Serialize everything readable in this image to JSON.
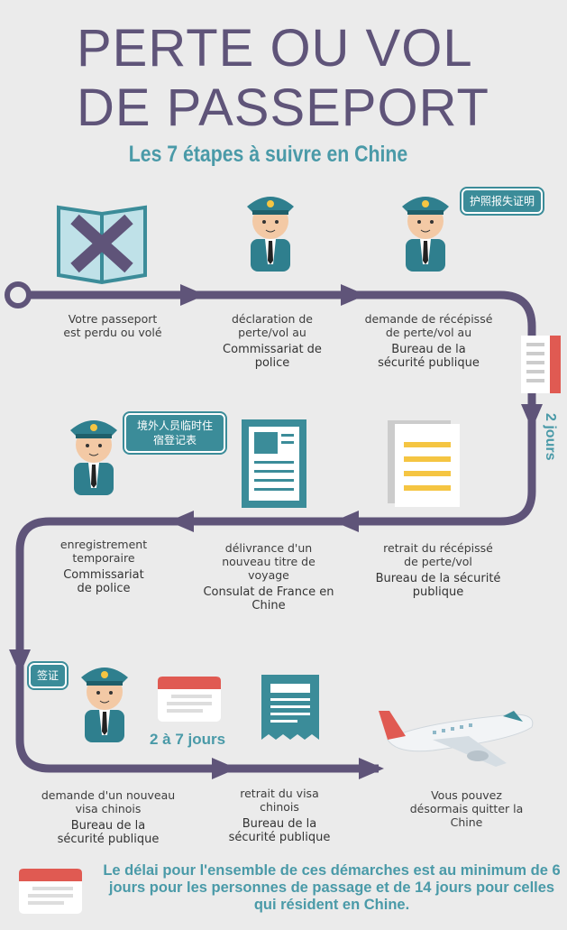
{
  "header": {
    "title_line1": "PERTE OU VOL",
    "title_line2": "DE PASSEPORT",
    "subtitle": "Les 7 étapes à suivre en Chine"
  },
  "steps": [
    {
      "action": "Votre passeport est perdu ou volé",
      "place": ""
    },
    {
      "action": "déclaration de perte/vol au",
      "place": "Commissariat de police"
    },
    {
      "action": "demande de récépissé de perte/vol au",
      "place": "Bureau de la sécurité publique",
      "bubble": "护照报失证明"
    },
    {
      "action": "retrait du récépissé de perte/vol",
      "place": "Bureau de la sécurité publique"
    },
    {
      "action": "délivrance d'un nouveau titre de voyage",
      "place": "Consulat de France en Chine"
    },
    {
      "action": "enregistrement temporaire",
      "place": "Commissariat de police",
      "bubble": "境外人员临时住宿登记表"
    },
    {
      "action": "demande d'un nouveau visa chinois",
      "place": "Bureau de la sécurité publique",
      "bubble": "签证"
    },
    {
      "action": "retrait du visa chinois",
      "place": "Bureau de la sécurité publique"
    },
    {
      "action": "Vous pouvez désormais quitter la Chine",
      "place": ""
    }
  ],
  "durations": {
    "first": "2 jours",
    "second": "2 à 7 jours"
  },
  "footer": {
    "note": "Le délai pour l'ensemble de ces démarches est au minimum de 6 jours pour les personnes de passage et de 14 jours pour celles qui résident en Chine."
  },
  "colors": {
    "purple": "#5f5479",
    "teal": "#4a9aa8",
    "red": "#e05a52"
  }
}
